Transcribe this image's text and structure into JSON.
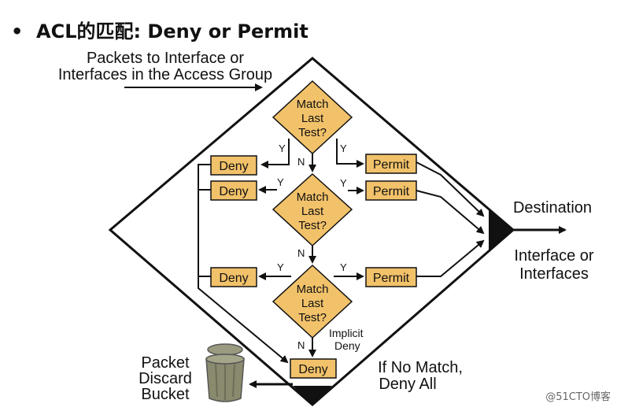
{
  "title": {
    "bullet": "•",
    "text": "ACL的匹配: Deny or Permit"
  },
  "packets_label": {
    "line1": "Packets to Interface or",
    "line2": "Interfaces in the Access Group"
  },
  "match_diamond": {
    "line1": "Match",
    "line2": "Last",
    "line3": "Test?"
  },
  "yes_label": "Y",
  "no_label": "N",
  "deny_label": "Deny",
  "permit_label": "Permit",
  "implicit_label": {
    "line1": "Implicit",
    "line2": "Deny"
  },
  "destination_label": "Destination",
  "interface_label": {
    "line1": "Interface or",
    "line2": "Interfaces"
  },
  "bucket_label": {
    "line1": "Packet",
    "line2": "Discard",
    "line3": "Bucket"
  },
  "no_match_label": {
    "line1": "If No Match,",
    "line2": "Deny All"
  },
  "watermark": "@51CTO博客",
  "colors": {
    "box_fill": "#f2c26a",
    "outline": "#111111",
    "bucket": "#8a8a6e"
  },
  "icons": {
    "bucket": "trash-can-icon"
  }
}
